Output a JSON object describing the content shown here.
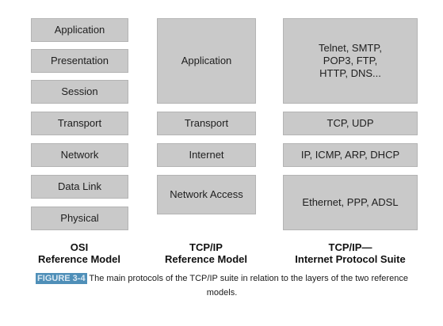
{
  "osi": {
    "layers": [
      "Application",
      "Presentation",
      "Session",
      "Transport",
      "Network",
      "Data Link",
      "Physical"
    ],
    "title": "OSI",
    "subtitle": "Reference Model"
  },
  "tcpip_model": {
    "layers": [
      "Application",
      "Transport",
      "Internet",
      "Network Access"
    ],
    "title": "TCP/IP",
    "subtitle": "Reference Model"
  },
  "protocol_suite": {
    "layers": [
      "Telnet, SMTP,\nPOP3, FTP,\nHTTP, DNS...",
      "TCP, UDP",
      "IP, ICMP, ARP, DHCP",
      "Ethernet, PPP, ADSL"
    ],
    "title": "TCP/IP—",
    "subtitle": "Internet Protocol Suite"
  },
  "caption": {
    "label": "FIGURE 3-4",
    "text": " The main protocols of the TCP/IP suite in relation to the layers of the two reference models."
  },
  "colors": {
    "box_fill": "#c9c9c9",
    "figure_label": "#4f8fb8"
  }
}
